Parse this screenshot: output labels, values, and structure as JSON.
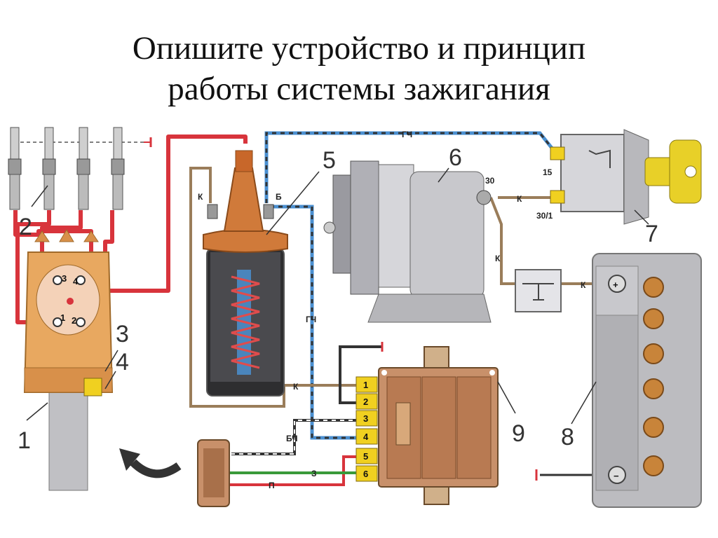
{
  "title": {
    "line1": "Опишите устройство и принцип",
    "line2": "работы системы зажигания"
  },
  "callouts": {
    "c1": "1",
    "c2": "2",
    "c3": "3",
    "c4": "4",
    "c5": "5",
    "c6": "6",
    "c7": "7",
    "c8": "8",
    "c9": "9"
  },
  "wire_labels": {
    "k_coil": "К",
    "b_coil": "Б",
    "gch_top": "ГЧ",
    "gch_vertical": "ГЧ",
    "k_gen": "К",
    "k_gen_down": "К",
    "k_battery": "К",
    "k_module": "К",
    "bch": "БЧ",
    "z": "З",
    "p": "П",
    "t30": "30",
    "t15": "15",
    "t30_1": "30/1"
  },
  "distributor_terminals": [
    "3",
    "4",
    "1",
    "2"
  ],
  "module_pins": [
    "1",
    "2",
    "3",
    "4",
    "5",
    "6"
  ],
  "battery_terminals": {
    "plus": "+",
    "minus": "−"
  },
  "colors": {
    "red_wire": "#d8343c",
    "blue_wire": "#4a8fd0",
    "brown_wire": "#9a7d5a",
    "black_wire": "#333333",
    "green_wire": "#3a9a3a",
    "coil_body": "#d07a3a",
    "distributor": "#e8a860",
    "module_body": "#c8906a",
    "pin_yellow": "#f0d020",
    "generator": "#c8c8cc",
    "battery": "#bcbcc0",
    "key": "#e8d028"
  }
}
